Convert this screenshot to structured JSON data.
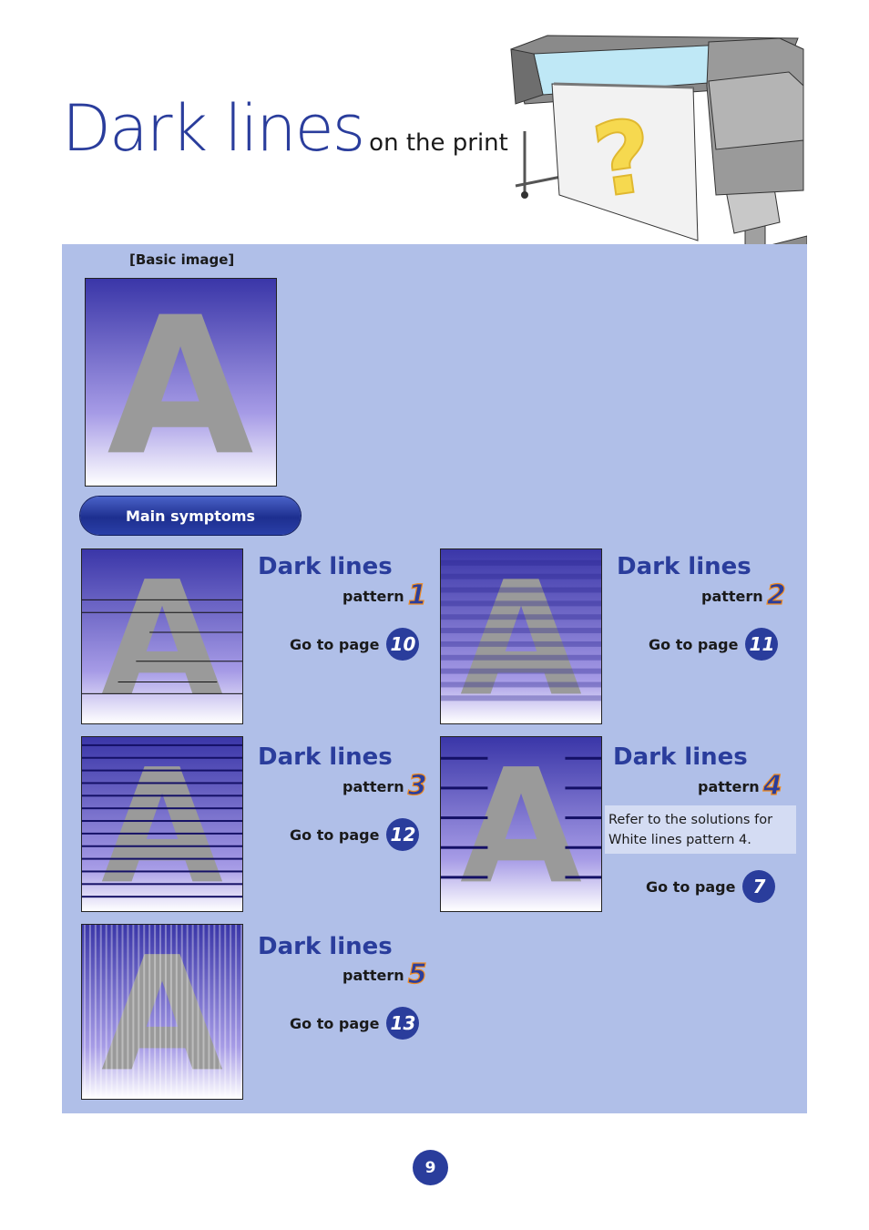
{
  "title": {
    "main": "Dark lines",
    "sub": "on the print"
  },
  "basic_image_label": "[Basic image]",
  "main_symptoms_label": "Main symptoms",
  "illustration": {
    "question_mark": "?"
  },
  "sample_letter": "A",
  "patterns": [
    {
      "title": "Dark lines",
      "pattern_label": "pattern",
      "number": "1",
      "goto_label": "Go to page",
      "page": "10"
    },
    {
      "title": "Dark lines",
      "pattern_label": "pattern",
      "number": "2",
      "goto_label": "Go to page",
      "page": "11"
    },
    {
      "title": "Dark lines",
      "pattern_label": "pattern",
      "number": "3",
      "goto_label": "Go to page",
      "page": "12"
    },
    {
      "title": "Dark lines",
      "pattern_label": "pattern",
      "number": "4",
      "goto_label": "Go to page",
      "page": "7",
      "note": "Refer to the solutions for White lines pattern 4."
    },
    {
      "title": "Dark lines",
      "pattern_label": "pattern",
      "number": "5",
      "goto_label": "Go to page",
      "page": "13"
    }
  ],
  "page_number": "9",
  "colors": {
    "accent": "#2a3d9c",
    "panel": "#b0bfe8",
    "pattern_outline": "#f08a1e"
  }
}
